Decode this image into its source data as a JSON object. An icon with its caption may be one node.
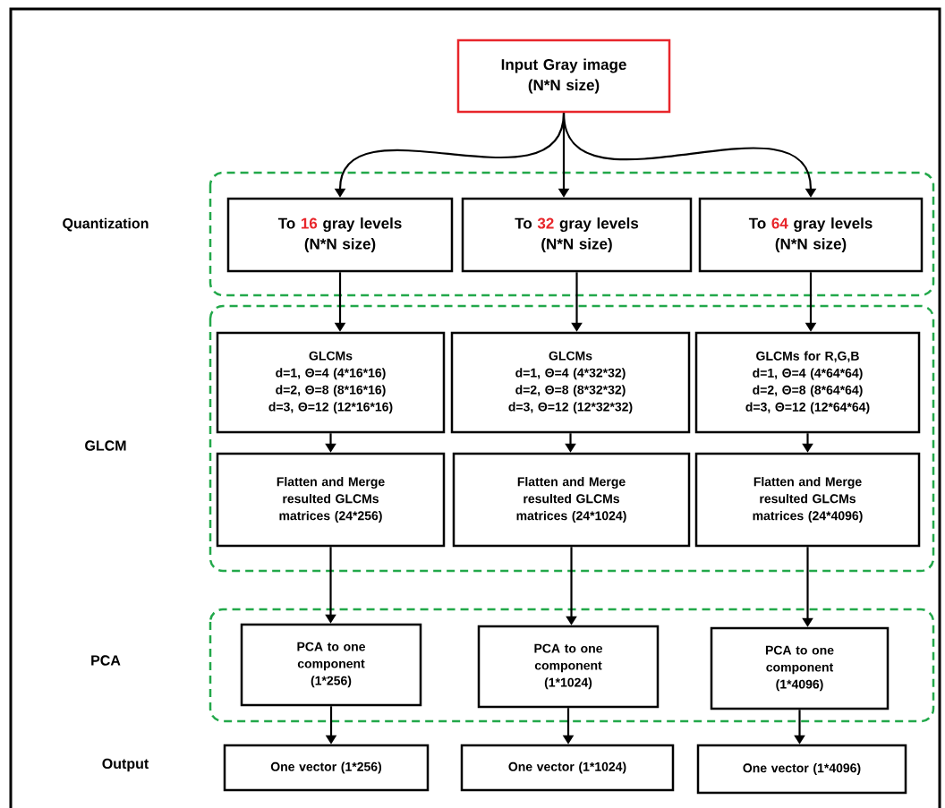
{
  "diagram": {
    "nodes": [
      {
        "text": [
          "Input Gray image",
          "(N*N size)"
        ]
      },
      {
        "text": [],
        "shape": "box"
      },
      {
        "text": [
          "To",
          "16",
          "gray levels",
          "(N*N size)"
        ],
        "in": 1
      },
      {
        "text": [
          "To",
          "32",
          "gray levels",
          "(N*N size)"
        ],
        "in": 1
      },
      {
        "text": [
          "To",
          "64",
          "gray levels",
          "(N*N size)"
        ],
        "in": 1
      },
      {
        "text": [],
        "shape": "box"
      },
      {
        "text": [
          "GLCMs",
          "d=1, Θ=4 (4*16*16)",
          "d=2, Θ=8 (8*16*16)",
          "d=3, Θ=12 (12*16*16)"
        ],
        "in": 5
      },
      {
        "text": [
          "GLCMs",
          "d=1, Θ=4 (4*32*32)",
          "d=2, Θ=8 (8*32*32)",
          "d=3, Θ=12 (12*32*32)"
        ],
        "in": 5
      },
      {
        "text": [
          "GLCMs for R,G,B",
          "d=1, Θ=4 (4*64*64)",
          "d=2, Θ=8 (8*64*64)",
          "d=3, Θ=12 (12*64*64)"
        ],
        "in": 5
      },
      {
        "text": [
          "Flatten and Merge resulted GLCMs matrices (24*256)"
        ],
        "in": 5
      },
      {
        "text": [
          "Flatten and Merge resulted GLCMs matrices (24*1024)"
        ],
        "in": 5
      },
      {
        "text": [
          "Flatten and Merge resulted GLCMs matrices (24*4096)"
        ],
        "in": 5
      },
      {
        "text": [],
        "shape": "box"
      },
      {
        "text": [
          "PCA to one component (1*256)"
        ],
        "in": 12
      },
      {
        "text": [
          "PCA to one component (1*1024)"
        ],
        "in": 12
      },
      {
        "text": [
          "PCA to one component (1*4096)"
        ],
        "in": 12
      },
      {
        "text": [
          "One vector (1*256)"
        ]
      },
      {
        "text": [
          "One vector (1*1024)"
        ]
      },
      {
        "text": [
          "One vector (1*4096)"
        ]
      }
    ],
    "edges": [
      {
        "from": 0,
        "to": 2,
        "arrow": "to"
      },
      {
        "from": 0,
        "to": 3,
        "arrow": "to"
      },
      {
        "from": 0,
        "to": 4,
        "arrow": "to"
      },
      {
        "from": 2,
        "to": 6,
        "arrow": "to"
      },
      {
        "from": 3,
        "to": 7,
        "arrow": "to"
      },
      {
        "from": 4,
        "to": 8,
        "arrow": "to"
      },
      {
        "from": 6,
        "to": 9,
        "arrow": "to"
      },
      {
        "from": 7,
        "to": 10,
        "arrow": "to"
      },
      {
        "from": 8,
        "to": 11,
        "arrow": "to"
      },
      {
        "from": 9,
        "to": 13,
        "arrow": "to"
      },
      {
        "from": 10,
        "to": 14,
        "arrow": "to"
      },
      {
        "from": 11,
        "to": 15,
        "arrow": "to"
      },
      {
        "from": 13,
        "to": 16,
        "arrow": "to"
      },
      {
        "from": 14,
        "to": 17,
        "arrow": "to"
      },
      {
        "from": 15,
        "to": 18,
        "arrow": "to"
      }
    ],
    "labels": [
      "Quantization",
      "GLCM",
      "PCA",
      "Output"
    ]
  }
}
